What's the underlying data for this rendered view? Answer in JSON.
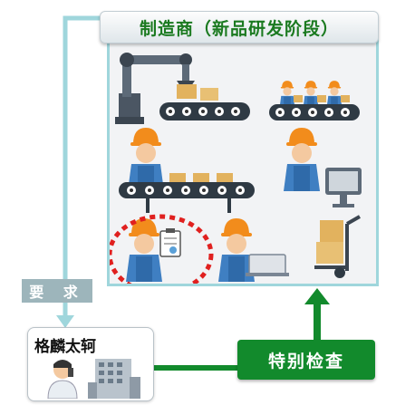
{
  "title": "制造商（新品研发阶段）",
  "request_label": "要 求",
  "client_name": "格麟太轲",
  "inspection_label": "特别检查",
  "colors": {
    "title_text": "#1b7a20",
    "frame_border": "#9fd6dc",
    "arrow_green": "#128a2c",
    "arrow_blue": "#9fd6dc",
    "highlight_circle": "#e0201f",
    "worker_helmet": "#f28c1c",
    "worker_uniform": "#3f7fc2"
  },
  "icons": [
    "robot-arm-icon",
    "conveyor-belt-icon",
    "worker-icon",
    "clipboard-icon",
    "laptop-icon",
    "hand-truck-icon",
    "computer-monitor-icon",
    "office-building-icon",
    "person-on-phone-icon"
  ]
}
